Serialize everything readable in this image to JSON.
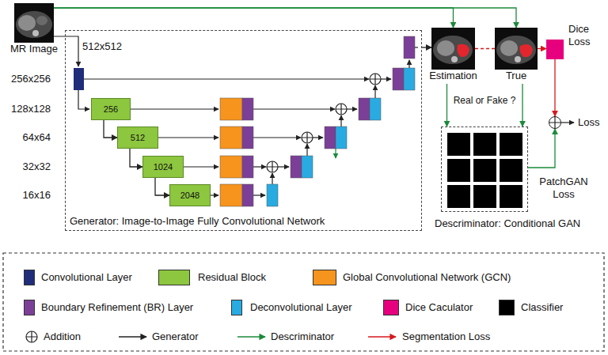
{
  "diagram": {
    "nodes": [
      {
        "text": [
          "Generator: Image-to-Image Fully Convolutional Network"
        ]
      },
      {
        "text": [
          "256"
        ],
        "in": 0
      },
      {
        "text": [
          "512"
        ],
        "in": 0
      },
      {
        "text": [
          "1024"
        ],
        "in": 0
      },
      {
        "text": [
          "2048"
        ],
        "in": 0
      },
      {
        "text": [
          "MR Image"
        ]
      },
      {
        "text": [
          "Estimation"
        ]
      },
      {
        "text": [
          "True"
        ]
      },
      {
        "text": [
          "Dice Loss"
        ]
      },
      {
        "text": [
          "Descriminator: Conditional GAN"
        ]
      },
      {
        "text": [
          "Loss"
        ]
      }
    ],
    "edges": [
      {
        "from": 1,
        "to": 2,
        "arrow": "to"
      },
      {
        "from": 2,
        "to": 3,
        "arrow": "to"
      },
      {
        "from": 3,
        "to": 4,
        "arrow": "to"
      },
      {
        "from": 5,
        "to": 6,
        "arrow": "to"
      },
      {
        "from": 5,
        "to": 7,
        "arrow": "to"
      },
      {
        "from": 0,
        "to": 6,
        "arrow": "to"
      },
      {
        "from": 6,
        "to": 7,
        "arrow": "none"
      },
      {
        "from": 7,
        "to": 8,
        "arrow": "to"
      },
      {
        "from": 8,
        "to": 10,
        "arrow": "to"
      },
      {
        "from": 6,
        "to": 9,
        "arrow": "to"
      },
      {
        "from": 7,
        "to": 9,
        "arrow": "to"
      },
      {
        "from": 9,
        "to": 10,
        "arrow": "to",
        "label": "PatchGAN Loss"
      }
    ],
    "labels": [
      "512x512",
      "256x256",
      "128x128",
      "64x64",
      "32x32",
      "16x16",
      "Real or Fake ?"
    ],
    "legend": [
      {
        "text": "Convolutional Layer",
        "color": "#1f2d7a"
      },
      {
        "text": "Residual Block",
        "color": "#8dc63f"
      },
      {
        "text": "Global Convolutional Network (GCN)",
        "color": "#f7941d"
      },
      {
        "text": "Boundary Refinement (BR) Layer",
        "color": "#7b3f98"
      },
      {
        "text": "Deconvolutional Layer",
        "color": "#29abe2"
      },
      {
        "text": "Dice Caculator",
        "color": "#e6007e"
      },
      {
        "text": "Classifier",
        "color": "#000000"
      },
      {
        "text": "Addition"
      },
      {
        "text": "Generator"
      },
      {
        "text": "Descriminator"
      },
      {
        "text": "Segmentation Loss"
      }
    ]
  }
}
